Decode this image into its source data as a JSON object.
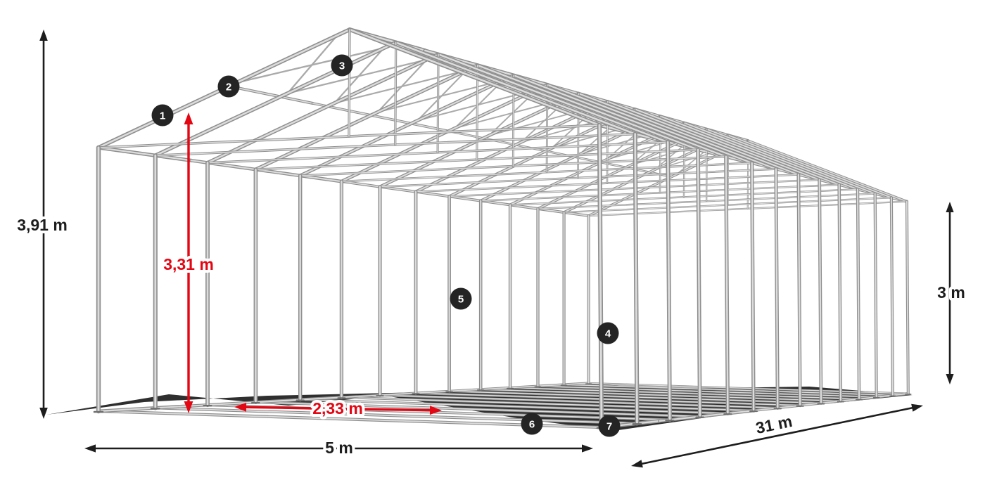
{
  "page": {
    "background": "#ffffff"
  },
  "figure": {
    "type": "tent-frame-perspective-diagram",
    "width_m": 5,
    "length_m": 31,
    "eave_height_m": 3,
    "ridge_height_m": 3.91,
    "inner_height_m": 3.31,
    "bay_spacing_m": 2.33,
    "bay_count": 13
  },
  "colors": {
    "dimension_red": "#e30613",
    "dimension_black": "#1d1d1d",
    "badge_background": "#242424",
    "badge_number": "#ffffff",
    "frame_tube_light": "#dcdcdc",
    "frame_tube_dark": "#8f8f8f",
    "ground_shadow": "#0a0a0a"
  },
  "dimensions": {
    "total_height": "3,91 m",
    "inner_height": "3,31 m",
    "side_height": "3 m",
    "width": "5 m",
    "length": "31 m",
    "bay_spacing": "2,33 m"
  },
  "callouts": [
    {
      "number": "1"
    },
    {
      "number": "2"
    },
    {
      "number": "3"
    },
    {
      "number": "4"
    },
    {
      "number": "5"
    },
    {
      "number": "6"
    },
    {
      "number": "7"
    }
  ]
}
